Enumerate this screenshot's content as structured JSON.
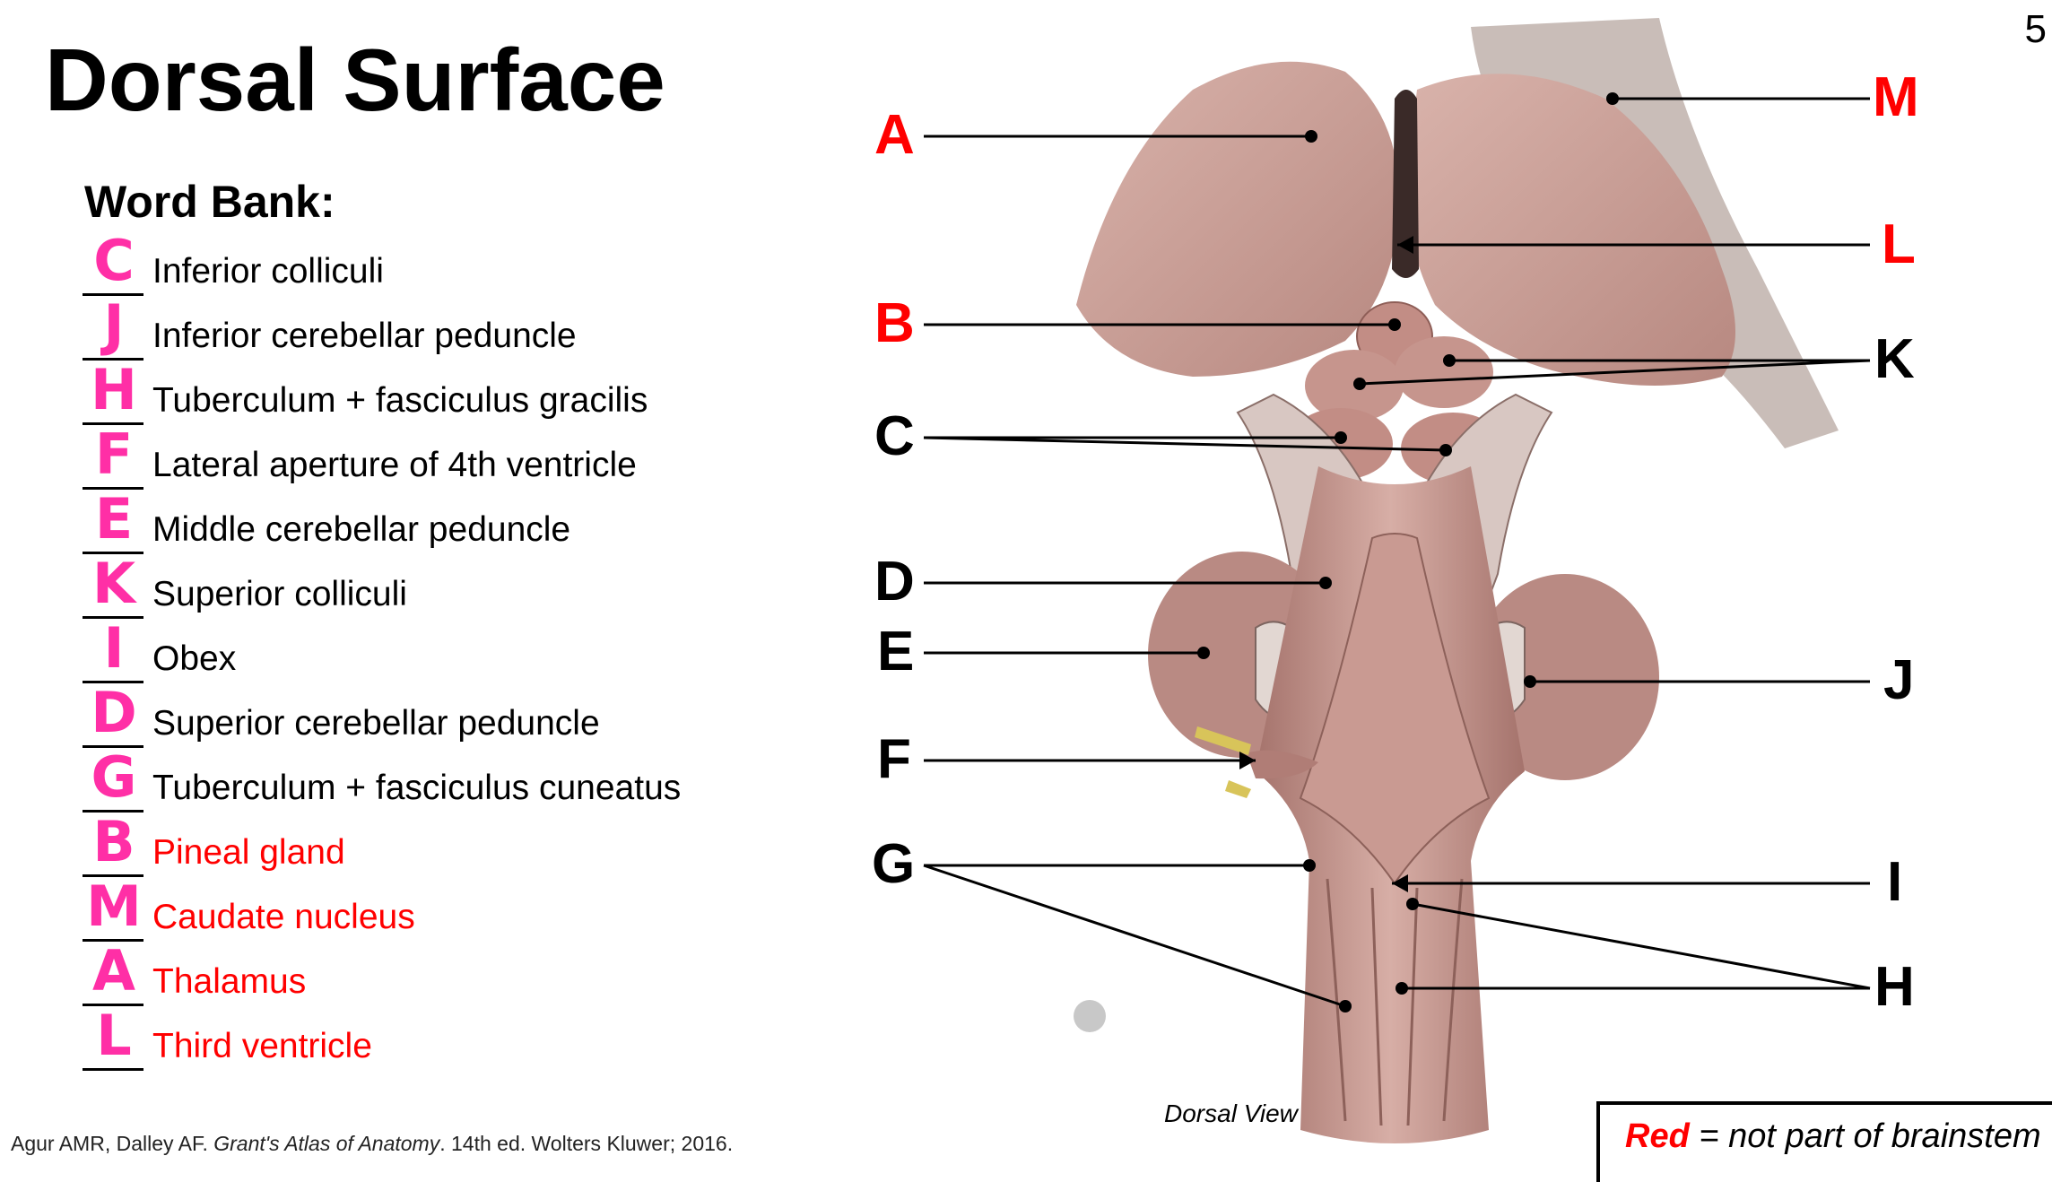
{
  "title": "Dorsal Surface",
  "page_number": "5",
  "word_bank": {
    "heading": "Word Bank:",
    "items": [
      {
        "answer": "C",
        "term": "Inferior colliculi",
        "red": false
      },
      {
        "answer": "J",
        "term": "Inferior cerebellar peduncle",
        "red": false
      },
      {
        "answer": "H",
        "term": "Tuberculum + fasciculus gracilis",
        "red": false
      },
      {
        "answer": "F",
        "term": "Lateral aperture of 4th ventricle",
        "red": false
      },
      {
        "answer": "E",
        "term": "Middle cerebellar peduncle",
        "red": false
      },
      {
        "answer": "K",
        "term": "Superior colliculi",
        "red": false
      },
      {
        "answer": "I",
        "term": "Obex",
        "red": false
      },
      {
        "answer": "D",
        "term": "Superior cerebellar peduncle",
        "red": false
      },
      {
        "answer": "G",
        "term": "Tuberculum + fasciculus cuneatus",
        "red": false
      },
      {
        "answer": "B",
        "term": "Pineal gland",
        "red": true
      },
      {
        "answer": "M",
        "term": "Caudate nucleus",
        "red": true
      },
      {
        "answer": "A",
        "term": "Thalamus",
        "red": true
      },
      {
        "answer": "L",
        "term": "Third ventricle",
        "red": true
      }
    ]
  },
  "labels": {
    "A": "A",
    "B": "B",
    "C": "C",
    "D": "D",
    "E": "E",
    "F": "F",
    "G": "G",
    "H": "H",
    "I": "I",
    "J": "J",
    "K": "K",
    "L": "L",
    "M": "M"
  },
  "image_caption": "Dorsal View",
  "legend": {
    "red_word": "Red",
    "rest": " = not part of brainstem"
  },
  "citation": {
    "authors": "Agur AMR, Dalley AF. ",
    "book": "Grant's Atlas of Anatomy",
    "rest": ". 14th ed. Wolters Kluwer; 2016."
  },
  "colors": {
    "label_red": "#ff0000",
    "answer_pink": "#ff2fa6",
    "tissue": "#c99a92"
  }
}
